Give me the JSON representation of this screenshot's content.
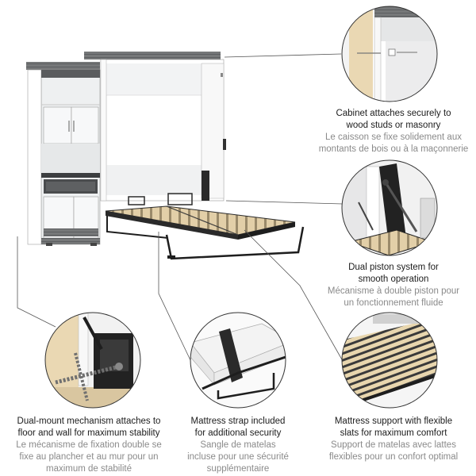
{
  "callouts": {
    "cabinet": {
      "en": [
        "Cabinet attaches securely to",
        "wood studs or masonry"
      ],
      "fr": [
        "Le caisson se fixe solidement aux",
        "montants de bois ou à la maçonnerie"
      ]
    },
    "piston": {
      "en": [
        "Dual piston system for",
        "smooth operation"
      ],
      "fr": [
        "Mécanisme à double piston pour",
        "un fonctionnement fluide"
      ]
    },
    "dual_mount": {
      "en": [
        "Dual-mount mechanism attaches to",
        "floor and wall for maximum stability"
      ],
      "fr": [
        "Le mécanisme de fixation double se",
        "fixe au plancher et au mur pour un",
        "maximum de stabilité"
      ]
    },
    "strap": {
      "en": [
        "Mattress strap included",
        "for additional security"
      ],
      "fr": [
        "Sangle de matelas",
        "incluse pour une sécurité",
        "supplémentaire"
      ]
    },
    "slats": {
      "en": [
        "Mattress support with flexible",
        "slats for maximum comfort"
      ],
      "fr": [
        "Support de matelas avec lattes",
        "flexibles pour un confort optimal"
      ]
    }
  },
  "colors": {
    "cabinet_white": "#f4f5f6",
    "wood_grey": "#6d6f71",
    "slat_wood": "#e2cfa8",
    "frame_black": "#1e1e1e",
    "caption_en": "#1c1c1c",
    "caption_fr": "#8a8a8a",
    "leader": "#555555"
  }
}
